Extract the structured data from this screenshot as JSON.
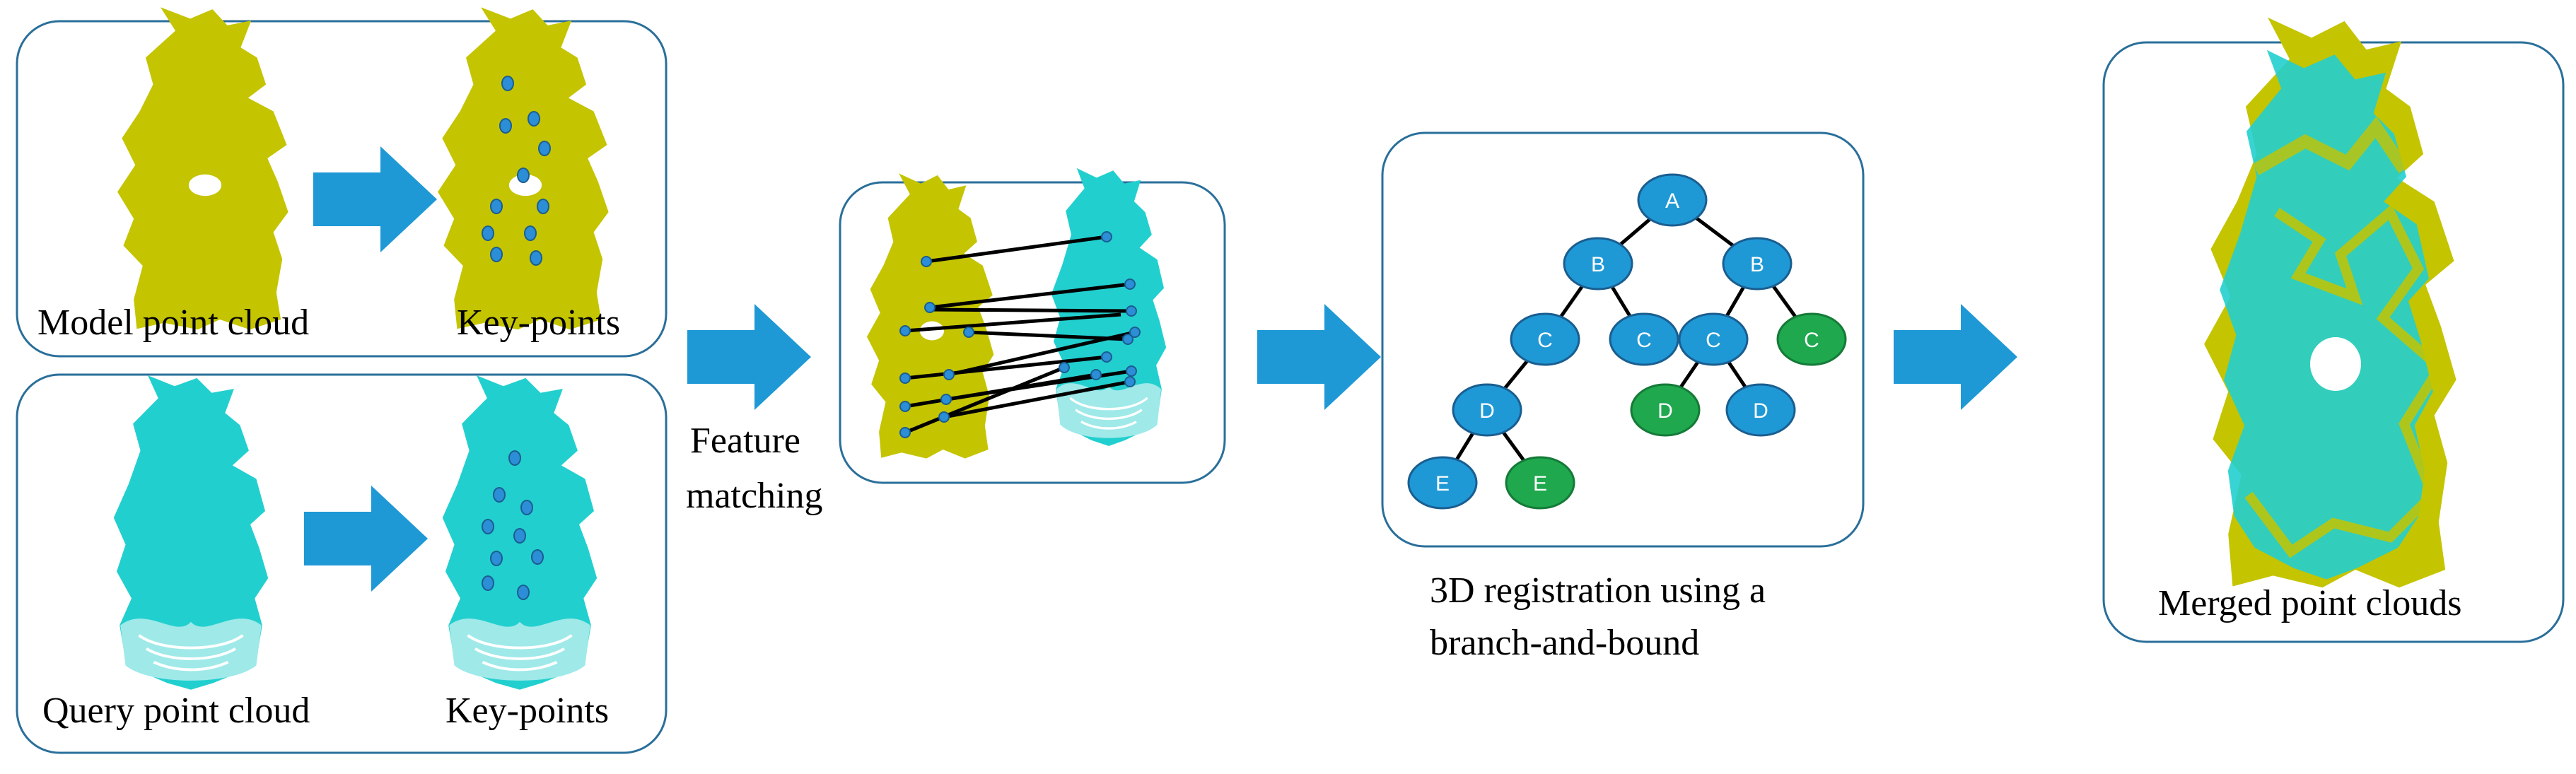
{
  "colors": {
    "model": "#c4c400",
    "query": "#22cfcf",
    "keypoint": "#2b8ed6",
    "arrow": "#1f98d6",
    "panel_border": "#2a6f9a",
    "tree_node": "#1f98d6",
    "tree_node_highlight": "#1fa84e",
    "match_line": "#000000"
  },
  "labels": {
    "model_point_cloud": "Model point cloud",
    "model_keypoints": "Key-points",
    "query_point_cloud": "Query point cloud",
    "query_keypoints": "Key-points",
    "feature_matching_line1": "Feature",
    "feature_matching_line2": "matching",
    "registration_line1": "3D registration using a",
    "registration_line2": "branch-and-bound",
    "merged": "Merged point clouds"
  },
  "tree": {
    "nodes": [
      {
        "id": "A",
        "label": "A",
        "highlight": false
      },
      {
        "id": "B1",
        "label": "B",
        "highlight": false
      },
      {
        "id": "B2",
        "label": "B",
        "highlight": false
      },
      {
        "id": "C1",
        "label": "C",
        "highlight": false
      },
      {
        "id": "C2",
        "label": "C",
        "highlight": false
      },
      {
        "id": "C3",
        "label": "C",
        "highlight": false
      },
      {
        "id": "C4",
        "label": "C",
        "highlight": true
      },
      {
        "id": "D1",
        "label": "D",
        "highlight": false
      },
      {
        "id": "D2",
        "label": "D",
        "highlight": true
      },
      {
        "id": "D3",
        "label": "D",
        "highlight": false
      },
      {
        "id": "E1",
        "label": "E",
        "highlight": false
      },
      {
        "id": "E2",
        "label": "E",
        "highlight": true
      }
    ]
  }
}
